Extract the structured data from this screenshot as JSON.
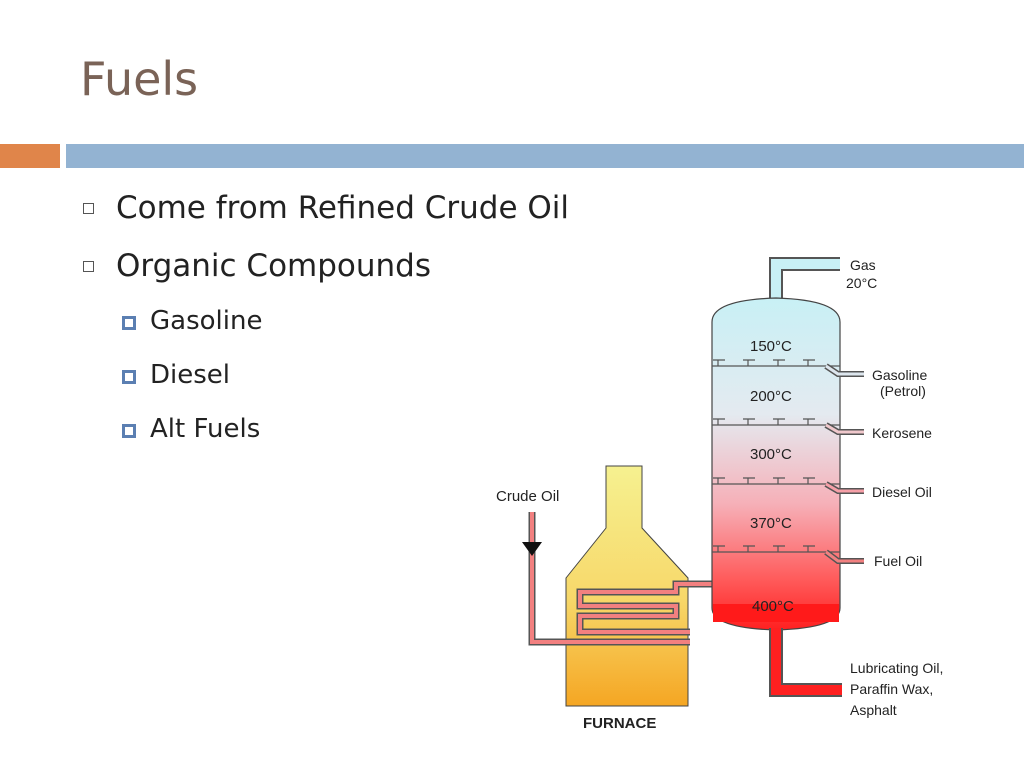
{
  "slide": {
    "title": "Fuels",
    "bullets": [
      {
        "text": "Come from Refined Crude Oil",
        "level": 1
      },
      {
        "text": "Organic Compounds",
        "level": 1
      },
      {
        "text": "Gasoline",
        "level": 2
      },
      {
        "text": "Diesel",
        "level": 2
      },
      {
        "text": "Alt Fuels",
        "level": 2
      }
    ]
  },
  "diagram": {
    "input_label": "Crude Oil",
    "furnace_label": "FURNACE",
    "temperatures": [
      "150°C",
      "200°C",
      "300°C",
      "370°C",
      "400°C"
    ],
    "gas_output": {
      "line1": "Gas",
      "line2": "20°C"
    },
    "outputs": [
      {
        "line1": "Gasoline",
        "line2": "(Petrol)"
      },
      {
        "line1": "Kerosene",
        "line2": ""
      },
      {
        "line1": "Diesel Oil",
        "line2": ""
      },
      {
        "line1": "Fuel Oil",
        "line2": ""
      }
    ],
    "bottom_output": [
      "Lubricating Oil,",
      "Paraffin Wax,",
      "Asphalt"
    ],
    "colors": {
      "accent_orange": "#e0854a",
      "accent_blue": "#93b3d2",
      "title": "#7a6357",
      "furnace_top": "#f4f08a",
      "furnace_bottom": "#f5a623",
      "column_top": "#c8f0f5",
      "column_bottom": "#ff2a2a",
      "pipe": "#f28080"
    }
  }
}
